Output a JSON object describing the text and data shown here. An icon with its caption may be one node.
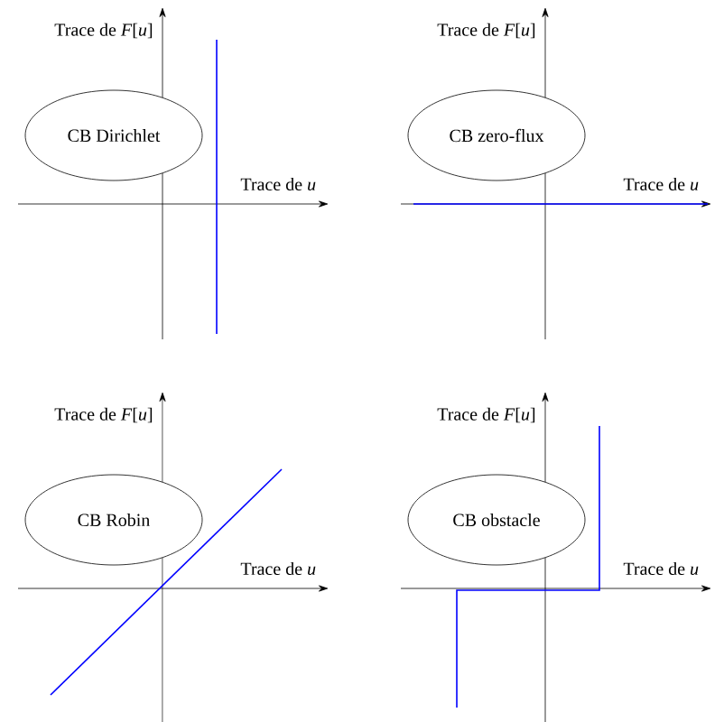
{
  "diagram": {
    "nodes": [
      {
        "text": [
          "CB Dirichlet"
        ]
      },
      {
        "text": [
          "CB zero-flux"
        ]
      },
      {
        "text": [
          "CB Robin"
        ]
      },
      {
        "text": [
          "CB obstacle"
        ]
      }
    ],
    "labels": [
      "Trace de *F*[*u*]",
      "Trace de *u*",
      "Trace de *F*[*u*]",
      "Trace de *u*",
      "Trace de *F*[*u*]",
      "Trace de *u*",
      "Trace de *F*[*u*]",
      "Trace de *u*"
    ]
  }
}
